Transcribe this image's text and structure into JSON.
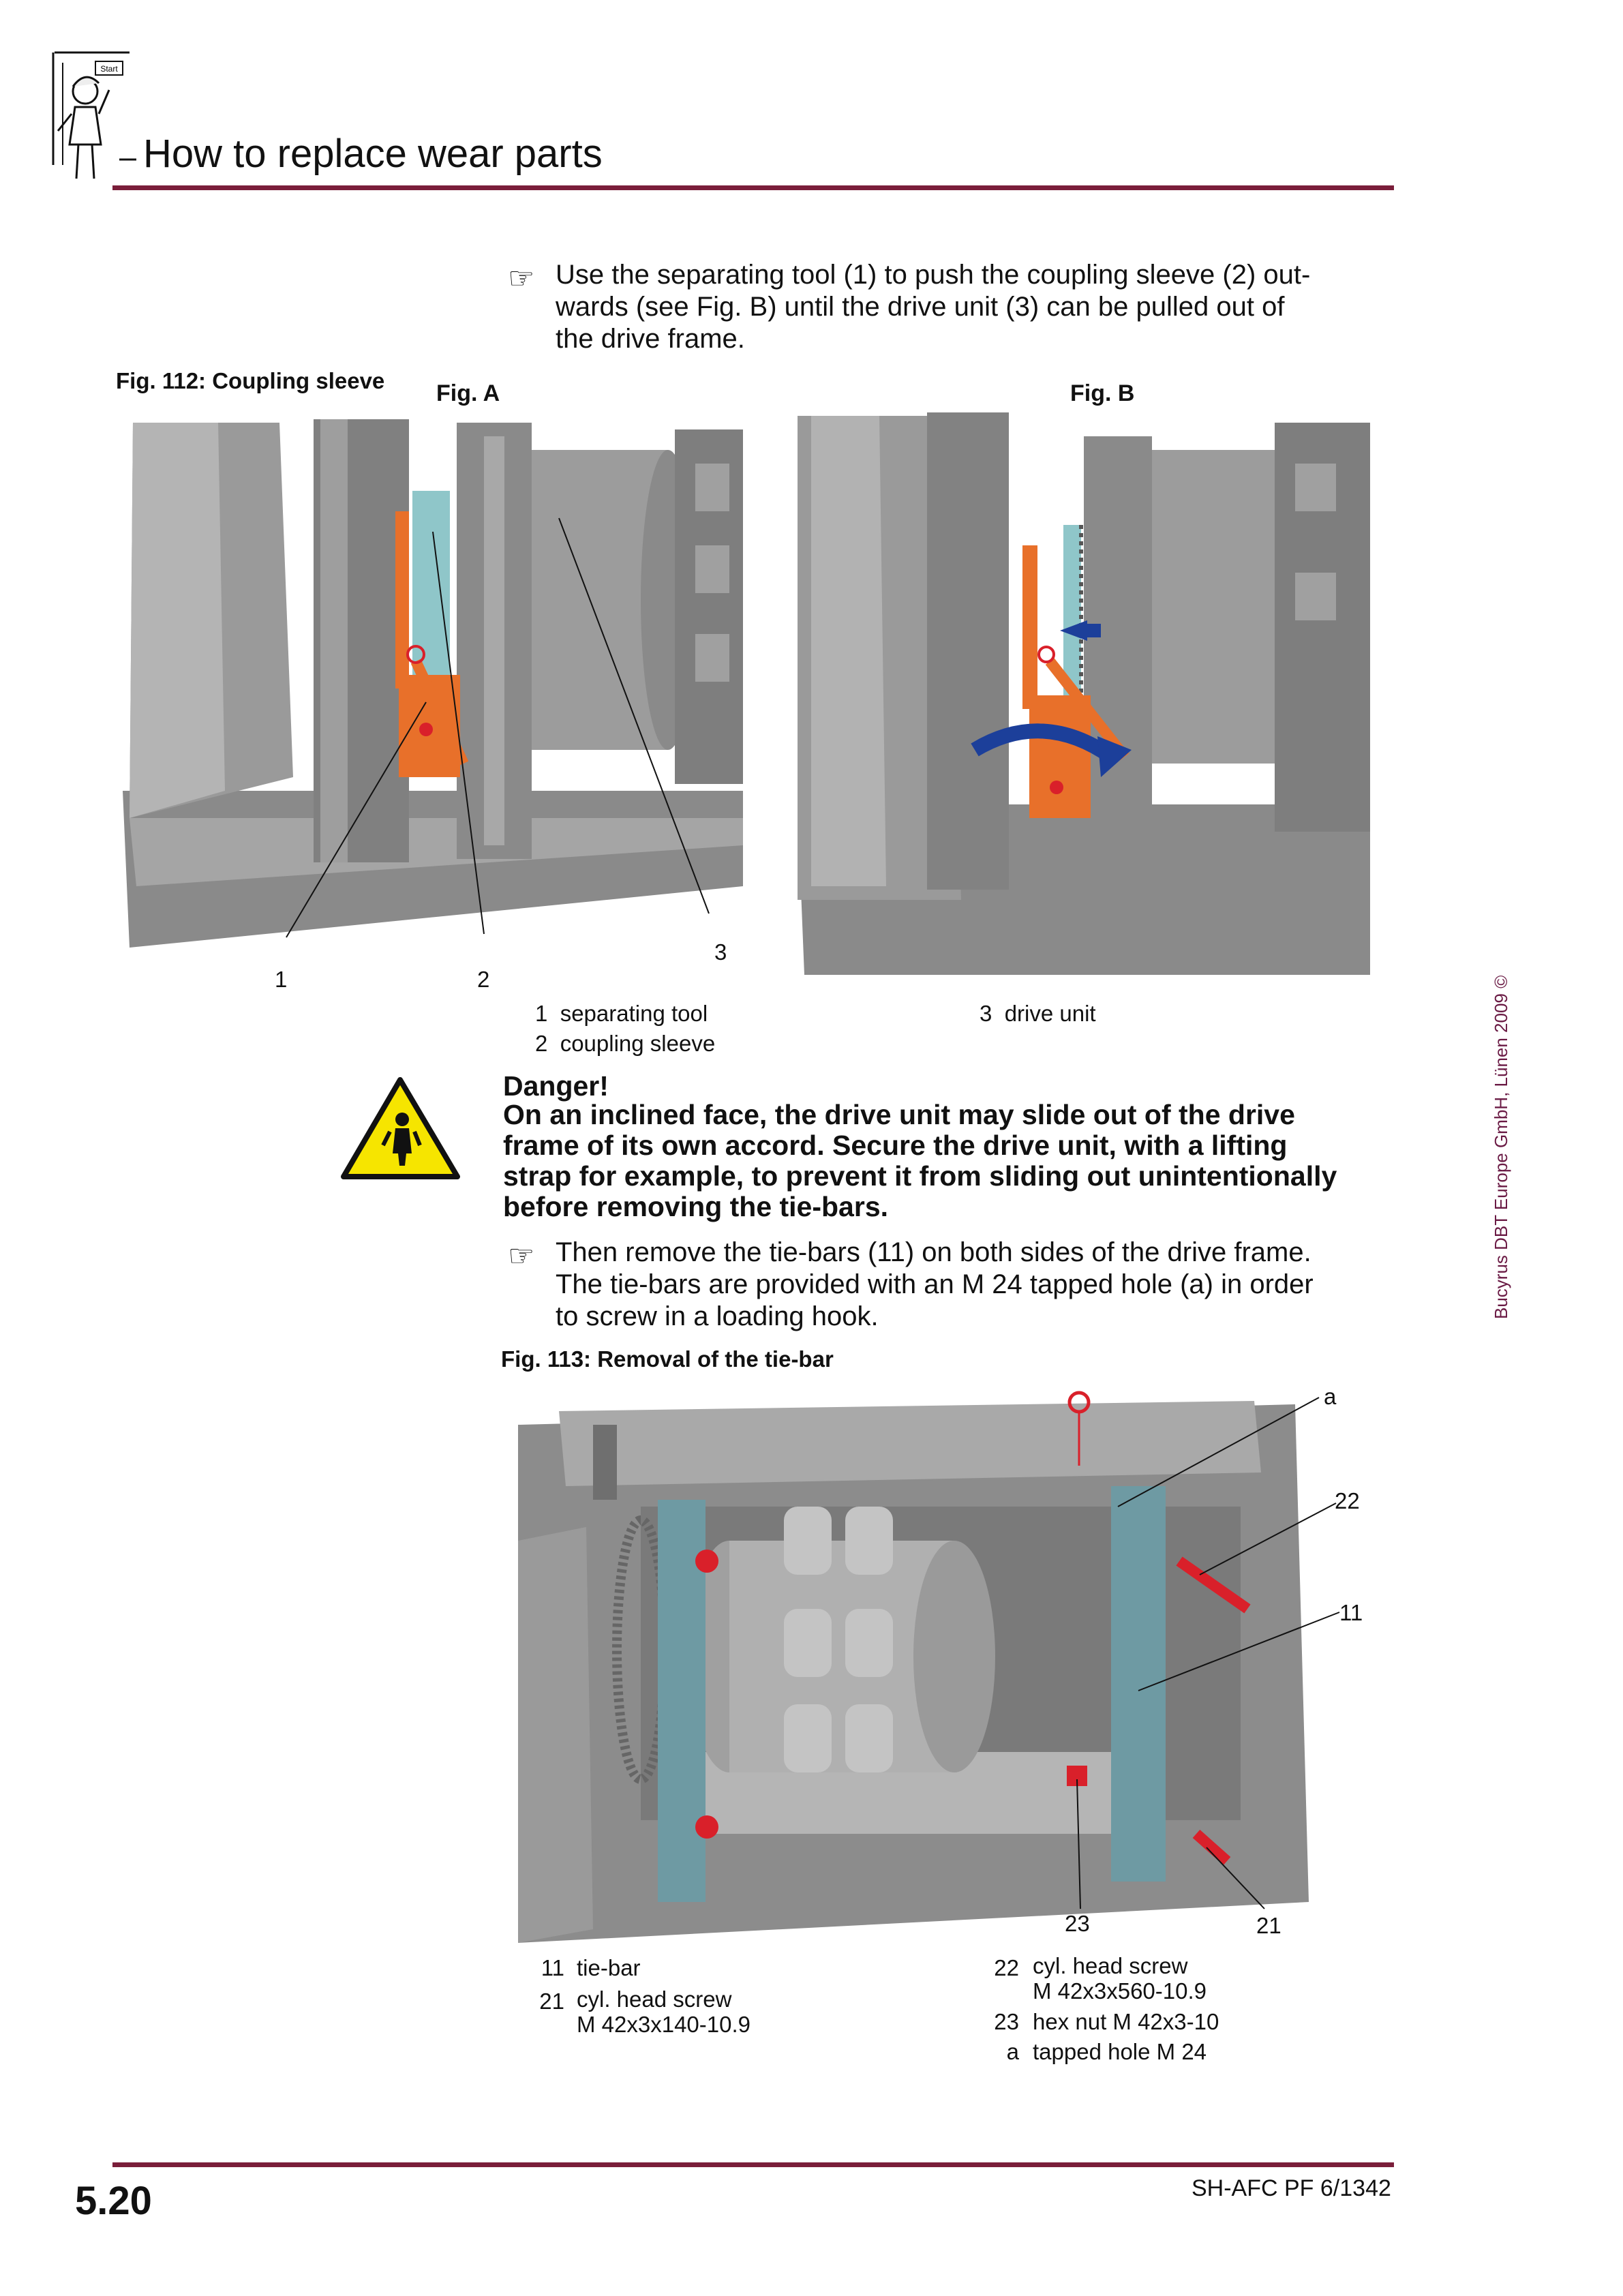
{
  "header": {
    "icon_label": "Start",
    "title": "How to replace wear parts"
  },
  "step1": {
    "text_lines": [
      "Use the separating tool (1) to push the coupling sleeve (2) out-",
      "wards (see Fig. B) until the drive unit (3) can be pulled out of",
      "the drive frame."
    ]
  },
  "figure112": {
    "caption": "Fig. 112: Coupling sleeve",
    "fig_a_label": "Fig. A",
    "fig_b_label": "Fig. B",
    "callouts": [
      "1",
      "2",
      "3"
    ],
    "legend": [
      {
        "num": "1",
        "text": "separating tool"
      },
      {
        "num": "2",
        "text": "coupling sleeve"
      },
      {
        "num": "3",
        "text": "drive unit"
      }
    ]
  },
  "danger": {
    "title": "Danger!",
    "lines": [
      "On an inclined face, the drive unit may slide out of the drive",
      "frame of its own accord. Secure the drive unit, with a lifting",
      "strap for example, to prevent it from sliding out unintentionally",
      "before removing the tie-bars."
    ]
  },
  "step2": {
    "text_lines": [
      "Then remove the tie-bars (11) on both sides of the drive frame.",
      "The tie-bars are provided with an M 24 tapped hole (a) in order",
      "to screw in a loading hook."
    ]
  },
  "figure113": {
    "caption": "Fig. 113: Removal of the tie-bar",
    "callouts": [
      "a",
      "22",
      "11",
      "23",
      "21"
    ],
    "legend_left": [
      {
        "num": "11",
        "line1": "tie-bar",
        "line2": ""
      },
      {
        "num": "21",
        "line1": "cyl. head screw",
        "line2": "M 42x3x140-10.9"
      }
    ],
    "legend_right": [
      {
        "num": "22",
        "line1": "cyl. head screw",
        "line2": "M 42x3x560-10.9"
      },
      {
        "num": "23",
        "line1": "hex nut  M 42x3-10",
        "line2": ""
      },
      {
        "num": "a",
        "line1": "tapped hole M 24",
        "line2": ""
      }
    ]
  },
  "sidebar": {
    "copyright": "Bucyrus DBT Europe GmbH, Lünen 2009 ©"
  },
  "footer": {
    "page_number": "5.20",
    "doc_ref": "SH-AFC PF 6/1342"
  },
  "colors": {
    "rule": "#7a1e3a",
    "machine_gray": "#8c8c8c",
    "tool_orange": "#e8702a",
    "tiebar_teal": "#6e9aa3",
    "screw_red": "#d9202a",
    "arrow_blue": "#1c3f9a",
    "sleeve_cyan": "#8fc6c9",
    "warning_yellow": "#f6e500"
  }
}
